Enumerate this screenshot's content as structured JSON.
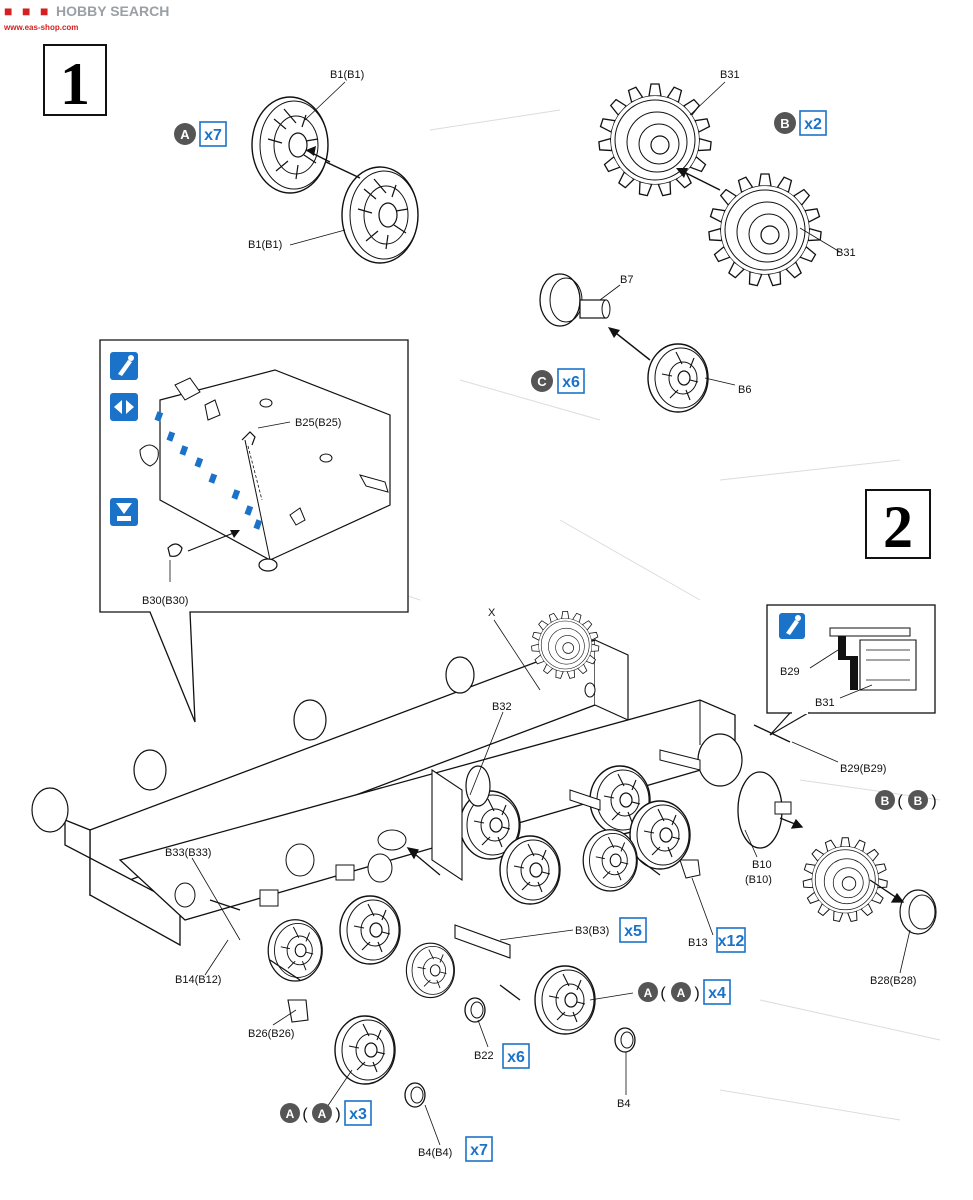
{
  "watermark": {
    "brand": "HOBBY SEARCH",
    "url": "www.eas-shop.com"
  },
  "steps": [
    {
      "number": "1"
    },
    {
      "number": "2"
    }
  ],
  "step1": {
    "wheel_part_top": "B1(B1)",
    "wheel_part_bottom": "B1(B1)",
    "sprocket_part_top": "B31",
    "sprocket_part_bottom": "B31",
    "hub_part": "B7",
    "disc_part": "B6",
    "qty_a": {
      "letter": "A",
      "qty": "x7"
    },
    "qty_b": {
      "letter": "B",
      "qty": "x2"
    },
    "qty_c": {
      "letter": "C",
      "qty": "x6"
    }
  },
  "inset_detail": {
    "part_b25": "B25(B25)",
    "part_b30": "B30(B30)",
    "icons": [
      "glue-icon",
      "drill-icon",
      "remove-icon"
    ]
  },
  "inset_sprocket": {
    "part_b29": "B29",
    "part_b31": "B31",
    "icons": [
      "glue-icon"
    ]
  },
  "step2": {
    "hull_label": "X",
    "labels": [
      {
        "id": "b32",
        "text": "B32"
      },
      {
        "id": "b29b29",
        "text": "B29(B29)"
      },
      {
        "id": "b33",
        "text": "B33(B33)"
      },
      {
        "id": "b10",
        "text": "B10"
      },
      {
        "id": "b10p",
        "text": "(B10)"
      },
      {
        "id": "b3",
        "text": "B3(B3)"
      },
      {
        "id": "b13",
        "text": "B13"
      },
      {
        "id": "b14",
        "text": "B14(B12)"
      },
      {
        "id": "b28",
        "text": "B28(B28)"
      },
      {
        "id": "b26",
        "text": "B26(B26)"
      },
      {
        "id": "b22",
        "text": "B22"
      },
      {
        "id": "b4single",
        "text": "B4"
      },
      {
        "id": "b4b4",
        "text": "B4(B4)"
      }
    ],
    "qty": [
      {
        "id": "b3qty",
        "text": "x5"
      },
      {
        "id": "b13qty",
        "text": "x12"
      },
      {
        "id": "aa4",
        "letter": "A",
        "letter2": "A",
        "text": "x4"
      },
      {
        "id": "b22qty",
        "text": "x6"
      },
      {
        "id": "aa3",
        "letter": "A",
        "letter2": "A",
        "text": "x3"
      },
      {
        "id": "b4qty",
        "text": "x7"
      },
      {
        "id": "bb",
        "letter": "B",
        "letter2": "B"
      }
    ]
  },
  "colors": {
    "ink": "#1a1a1a",
    "accent": "#1a73c8",
    "badge": "#555555",
    "watermark_red": "#d42020",
    "watermark_gray": "#9aa0a6"
  }
}
